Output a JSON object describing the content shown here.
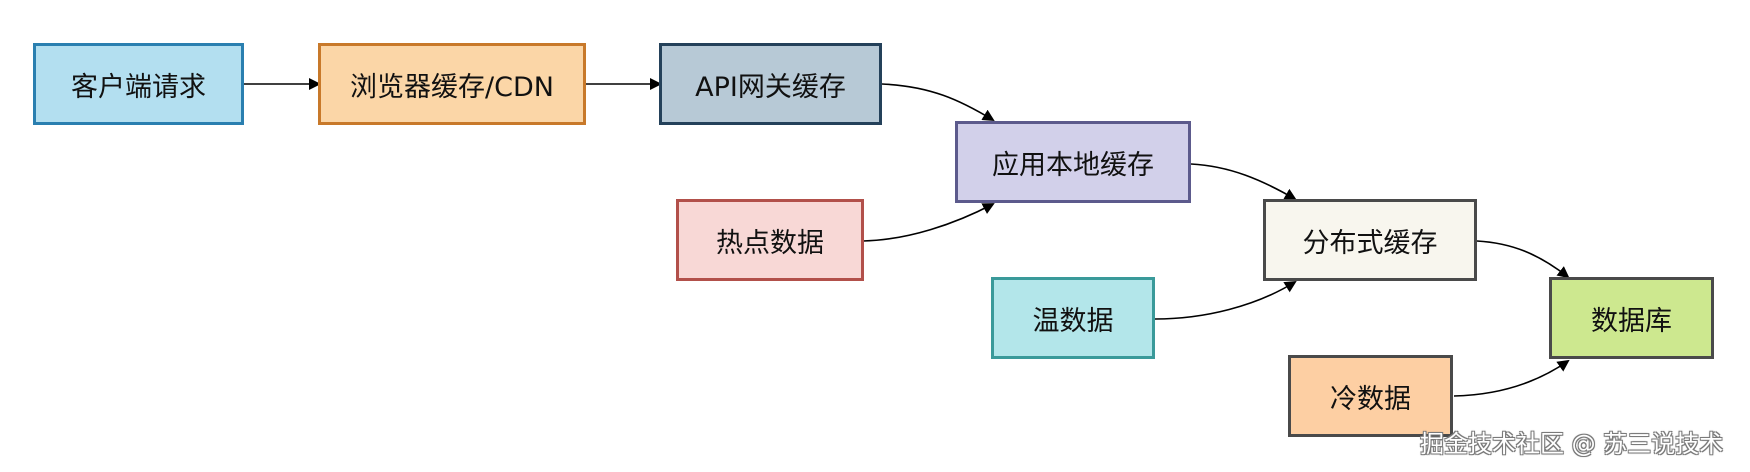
{
  "nodes": {
    "client": {
      "label": "客户端请求",
      "fill": "#b3dff0",
      "stroke": "#2a7fb0"
    },
    "browser": {
      "label": "浏览器缓存/CDN",
      "fill": "#fbd6a7",
      "stroke": "#c8792a"
    },
    "gateway": {
      "label": "API网关缓存",
      "fill": "#b7c9d6",
      "stroke": "#24415a"
    },
    "local": {
      "label": "应用本地缓存",
      "fill": "#d2d0ea",
      "stroke": "#5c5a8c"
    },
    "hot": {
      "label": "热点数据",
      "fill": "#f8d8d6",
      "stroke": "#b2504a"
    },
    "dist": {
      "label": "分布式缓存",
      "fill": "#f8f6ee",
      "stroke": "#4a4a4a"
    },
    "warm": {
      "label": "温数据",
      "fill": "#b3e6ea",
      "stroke": "#3a9a9a"
    },
    "db": {
      "label": "数据库",
      "fill": "#cde88f",
      "stroke": "#4a4a4a"
    },
    "cold": {
      "label": "冷数据",
      "fill": "#fdcfa3",
      "stroke": "#4a4a4a"
    }
  },
  "edges": [
    [
      "client",
      "browser"
    ],
    [
      "browser",
      "gateway"
    ],
    [
      "gateway",
      "local"
    ],
    [
      "hot",
      "local"
    ],
    [
      "local",
      "dist"
    ],
    [
      "warm",
      "dist"
    ],
    [
      "dist",
      "db"
    ],
    [
      "cold",
      "db"
    ]
  ],
  "watermark": "掘金技术社区 @ 苏三说技术"
}
